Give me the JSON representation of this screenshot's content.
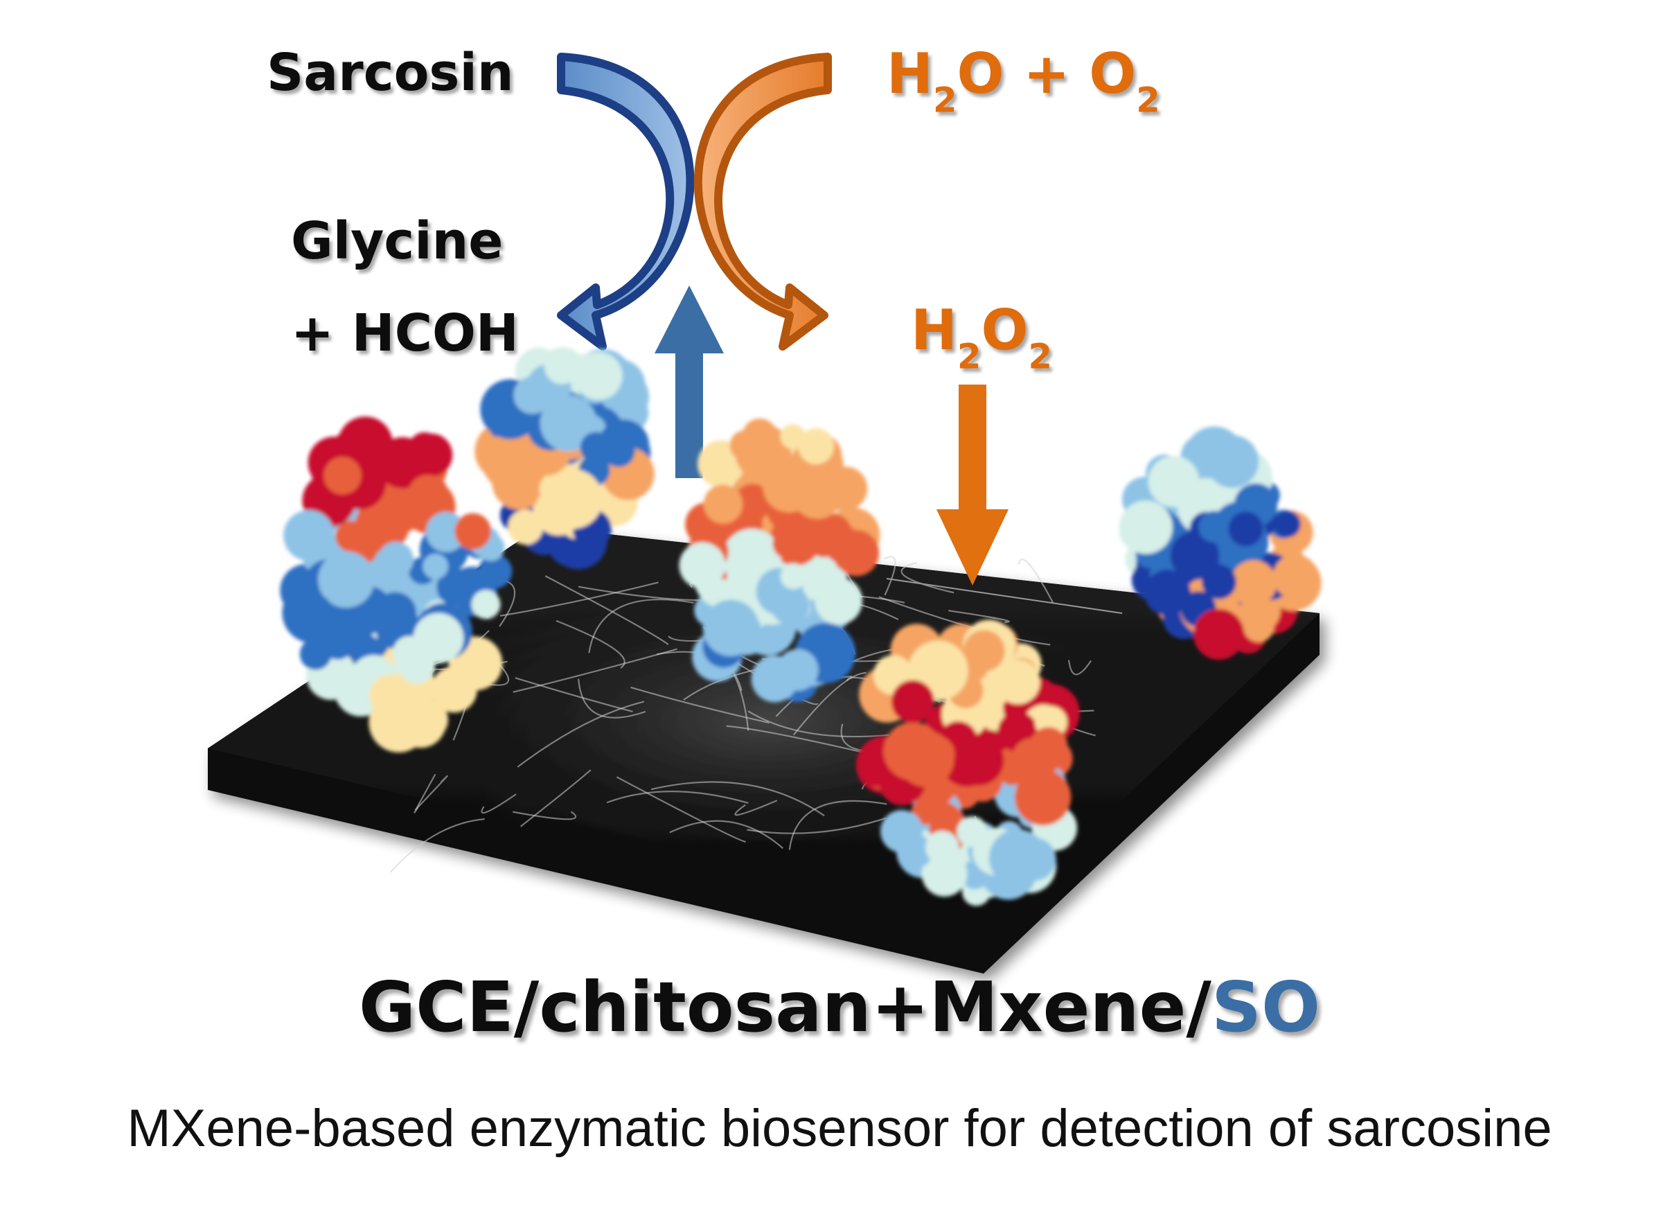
{
  "labels": {
    "substrate": "Sarcosin",
    "products_line1": "Glycine",
    "products_line2": "+ HCOH",
    "reactant": {
      "h": "H",
      "s1": "2",
      "o1": "O + O",
      "s2": "2"
    },
    "product": {
      "h": "H",
      "s1": "2",
      "o1": "O",
      "s2": "2"
    }
  },
  "electrode": {
    "prefix": "GCE/chitosan+Mxene/",
    "enzyme": "SO"
  },
  "caption": "MXene-based enzymatic biosensor for detection of sarcosine",
  "colors": {
    "blue_arrow": "#1d3f86",
    "blue_arrow_light": "#5b8cc8",
    "orange_arrow": "#b5560f",
    "orange_arrow_light": "#f39a4a",
    "up_arrow": "#3a6ea5",
    "down_arrow": "#e07010",
    "electrode": "#161616",
    "enzyme_colors": [
      "#c8102e",
      "#e8603a",
      "#f5a463",
      "#fbe3a6",
      "#d6efe8",
      "#8ec3e6",
      "#2f6fc2",
      "#1d3ea6"
    ]
  },
  "icons": {
    "electrode": "carbon-electrode-slab",
    "fibers": "mxene-fiber-network",
    "enzyme": "sarcosine-oxidase-protein"
  }
}
